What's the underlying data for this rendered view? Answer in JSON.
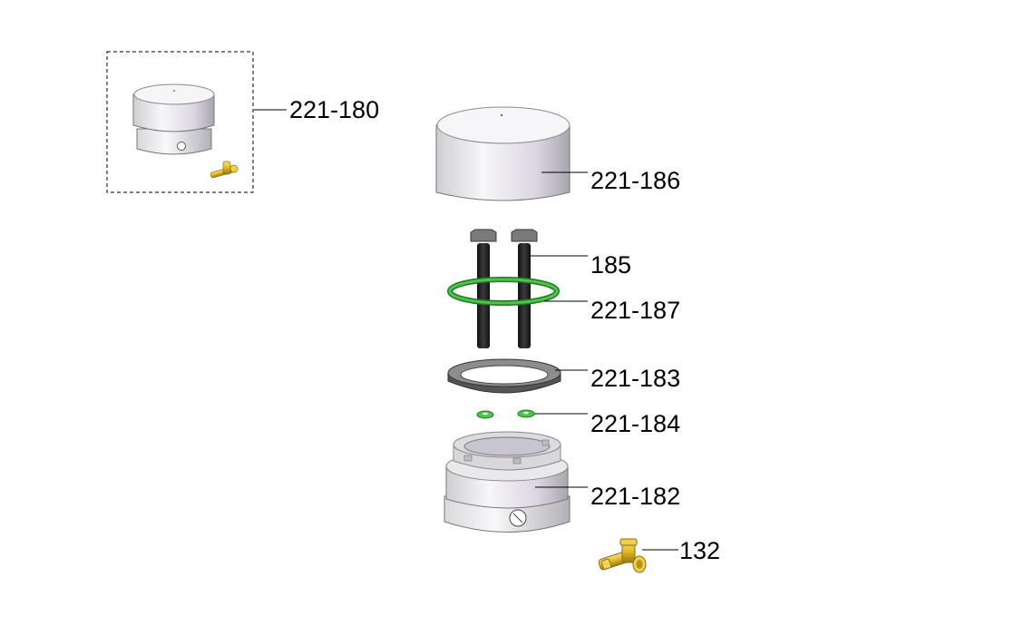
{
  "callouts": {
    "assembly": "221-180",
    "cap": "221-186",
    "bolts": "185",
    "oring": "221-187",
    "seal": "221-183",
    "small_orings": "221-184",
    "base": "221-182",
    "fitting": "132"
  },
  "colors": {
    "oring_green": "#3aa23a",
    "bolt_black": "#222222",
    "fitting_brass": "#e0b726",
    "seal_gray": "#6f6f6f",
    "housing_light": "#e6e6ea"
  }
}
